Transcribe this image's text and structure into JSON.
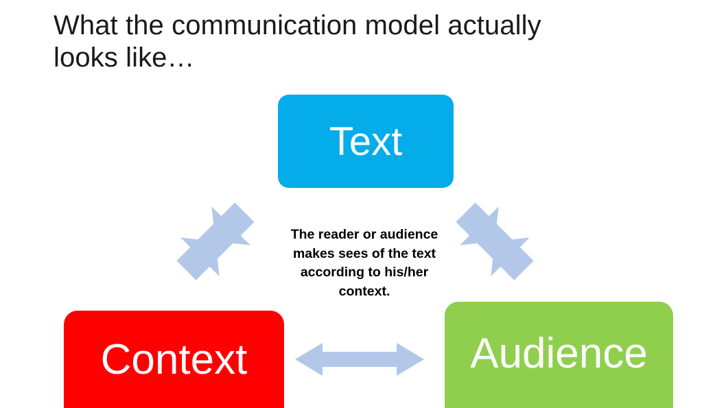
{
  "slide": {
    "title": "What the communication model actually\nlooks like…",
    "background_color": "#FFFFFF",
    "title_color": "#1A1A1A"
  },
  "diagram": {
    "type": "triangle-relationship-diagram",
    "nodes": [
      {
        "id": "text",
        "label": "Text",
        "color": "#04ACEA",
        "text_color": "#FFFFFF",
        "position": "top-center"
      },
      {
        "id": "context",
        "label": "Context",
        "color": "#FF0000",
        "text_color": "#FFFFFF",
        "position": "bottom-left"
      },
      {
        "id": "audience",
        "label": "Audience",
        "color": "#8FCF4D",
        "text_color": "#FFFFFF",
        "position": "bottom-right"
      }
    ],
    "caption": "The reader or audience\nmakes sees of the text\naccording to his/her\ncontext.",
    "caption_color": "#000000",
    "arrow_color": "#B3C8E8",
    "connectors": [
      {
        "id": "context-text",
        "from": "context",
        "to": "text",
        "style": "double-headed",
        "direction": "diagonal-up-right"
      },
      {
        "id": "text-audience",
        "from": "text",
        "to": "audience",
        "style": "double-headed",
        "direction": "diagonal-down-right"
      },
      {
        "id": "context-audience",
        "from": "context",
        "to": "audience",
        "style": "double-headed",
        "direction": "horizontal"
      }
    ]
  }
}
